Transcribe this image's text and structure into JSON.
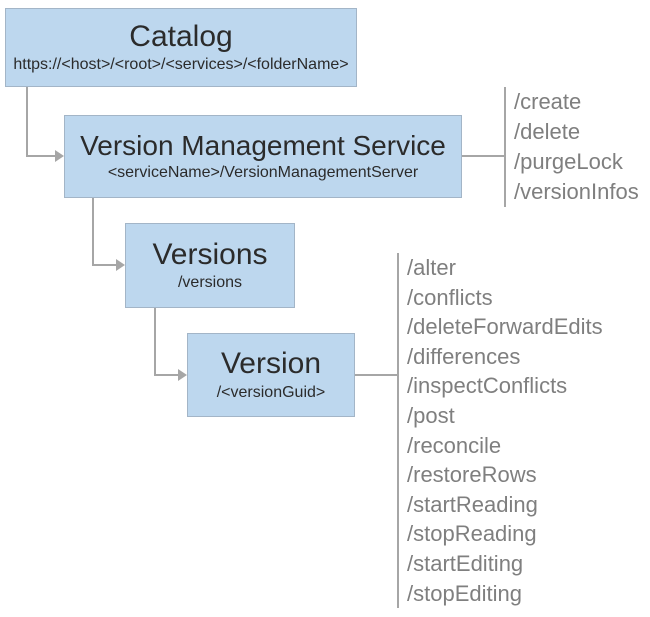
{
  "diagram": {
    "title_hint": "Version Management Service REST hierarchy",
    "colors": {
      "background": "#ffffff",
      "box_fill": "#bdd7ee",
      "box_border": "#a3b5c7",
      "connector": "#a6a6a6",
      "ops_text": "#7f7f7f",
      "text": "#2b2b2b"
    },
    "nodes": {
      "catalog": {
        "title": "Catalog",
        "subtitle": "https://<host>/<root>/<services>/<folderName>"
      },
      "vms": {
        "title": "Version Management Service",
        "subtitle": "<serviceName>/VersionManagementServer",
        "ops": [
          "/create",
          "/delete",
          "/purgeLock",
          "/versionInfos"
        ]
      },
      "versions": {
        "title": "Versions",
        "subtitle": "/versions"
      },
      "version": {
        "title": "Version",
        "subtitle": "/<versionGuid>",
        "ops": [
          "/alter",
          "/conflicts",
          "/deleteForwardEdits",
          "/differences",
          "/inspectConflicts",
          "/post",
          "/reconcile",
          "/restoreRows",
          "/startReading",
          "/stopReading",
          "/startEditing",
          "/stopEditing"
        ]
      }
    }
  }
}
